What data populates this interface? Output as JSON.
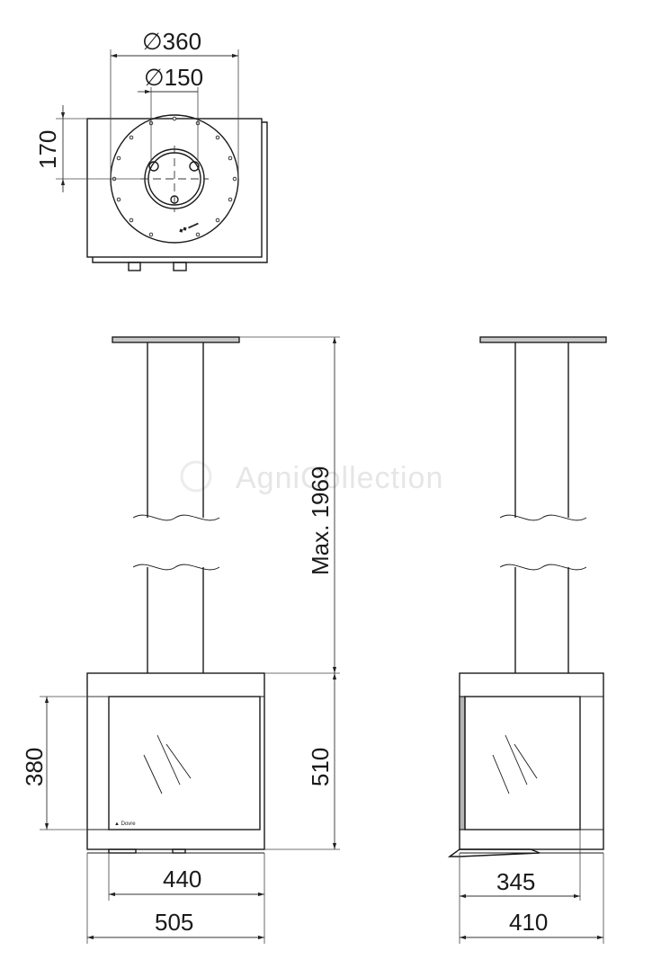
{
  "top_view": {
    "flue_diameter_label": "∅360",
    "inner_diameter_label": "∅150",
    "offset_label": "170"
  },
  "front_view": {
    "max_height_label": "Max. 1969",
    "body_height_label": "510",
    "glass_height_label": "380",
    "glass_width_label": "440",
    "total_width_label": "505"
  },
  "side_view": {
    "glass_width_label": "345",
    "total_width_label": "410"
  },
  "watermark": "AgniCollection"
}
